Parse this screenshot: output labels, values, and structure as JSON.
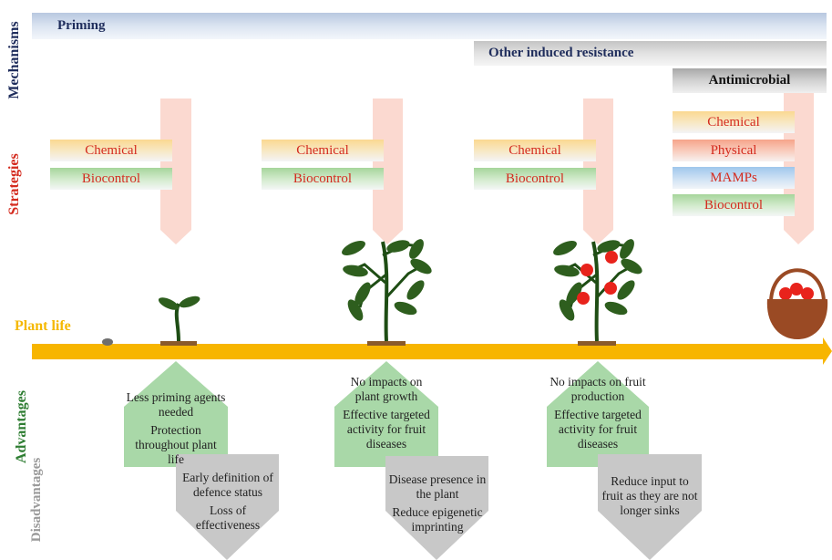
{
  "side_labels": {
    "mechanisms": "Mechanisms",
    "strategies": "Strategies",
    "advantages": "Advantages",
    "disadvantages": "Disadvantages"
  },
  "mechanisms": {
    "priming": "Priming",
    "other_induced": "Other induced resistance",
    "antimicrobial": "Antimicrobial"
  },
  "timeline": {
    "label": "Plant life"
  },
  "stages": [
    {
      "strategies": [
        "Chemical",
        "Biocontrol"
      ],
      "advantages": [
        "Less priming agents needed",
        "Protection throughout plant life"
      ],
      "disadvantages": [
        "Early definition of defence status",
        "Loss of effectiveness"
      ]
    },
    {
      "strategies": [
        "Chemical",
        "Biocontrol"
      ],
      "advantages": [
        "No impacts on plant growth",
        "Effective targeted activity for fruit diseases"
      ],
      "disadvantages": [
        "Disease presence in the plant",
        "Reduce epigenetic imprinting"
      ]
    },
    {
      "strategies": [
        "Chemical",
        "Biocontrol"
      ],
      "advantages": [
        "No impacts on fruit production",
        "Effective targeted activity for fruit diseases"
      ],
      "disadvantages": [
        "Reduce input to fruit as they are not longer sinks"
      ]
    },
    {
      "strategies": [
        "Chemical",
        "Physical",
        "MAMPs",
        "Biocontrol"
      ]
    }
  ],
  "colors": {
    "mechanisms_label": "#1f2d5c",
    "strategies_label": "#d42a1e",
    "advantages_label": "#2e7d32",
    "disadvantages_label": "#8c8c8c",
    "timeline": "#f7b500",
    "plant_label": "#f5b800",
    "arrow": "#fbd9d0",
    "advantage_box": "#a9d8a8",
    "disadvantage_box": "#c8c8c8",
    "plant": "#1e4d14",
    "fruit": "#e8231c",
    "basket": "#9a4a24"
  }
}
